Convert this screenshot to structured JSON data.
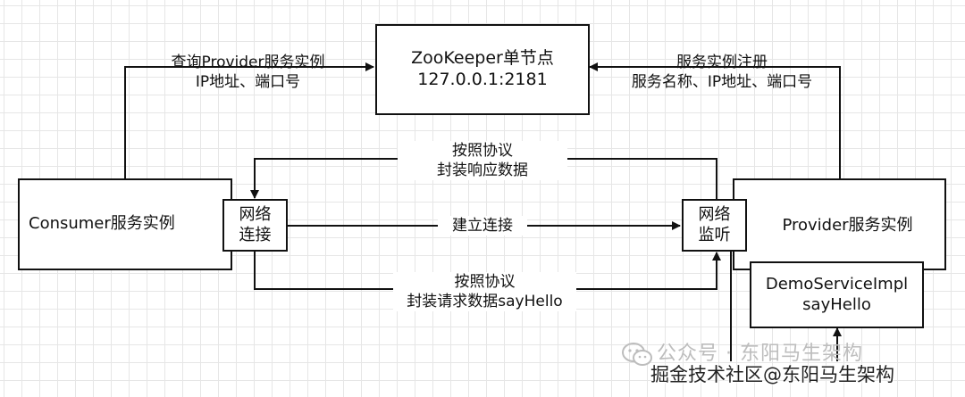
{
  "zookeeper": {
    "title": "ZooKeeper单节点",
    "address": "127.0.0.1:2181"
  },
  "consumer": {
    "title": "Consumer服务实例"
  },
  "consumer_net": {
    "line1": "网络",
    "line2": "连接"
  },
  "provider": {
    "title": "Provider服务实例"
  },
  "provider_net": {
    "line1": "网络",
    "line2": "监听"
  },
  "impl": {
    "line1": "DemoServiceImpl",
    "line2": "sayHello"
  },
  "edges": {
    "query": {
      "line1": "查询Provider服务实例",
      "line2": "IP地址、端口号"
    },
    "register": {
      "line1": "服务实例注册",
      "line2": "服务名称、IP地址、端口号"
    },
    "response": {
      "line1": "按照协议",
      "line2": "封装响应数据"
    },
    "connect": {
      "label": "建立连接"
    },
    "request": {
      "line1": "按照协议",
      "line2": "封装请求数据sayHello"
    }
  },
  "watermark": {
    "line1": "公众号 · 东阳马生架构",
    "line2": "掘金技术社区@东阳马生架构"
  }
}
